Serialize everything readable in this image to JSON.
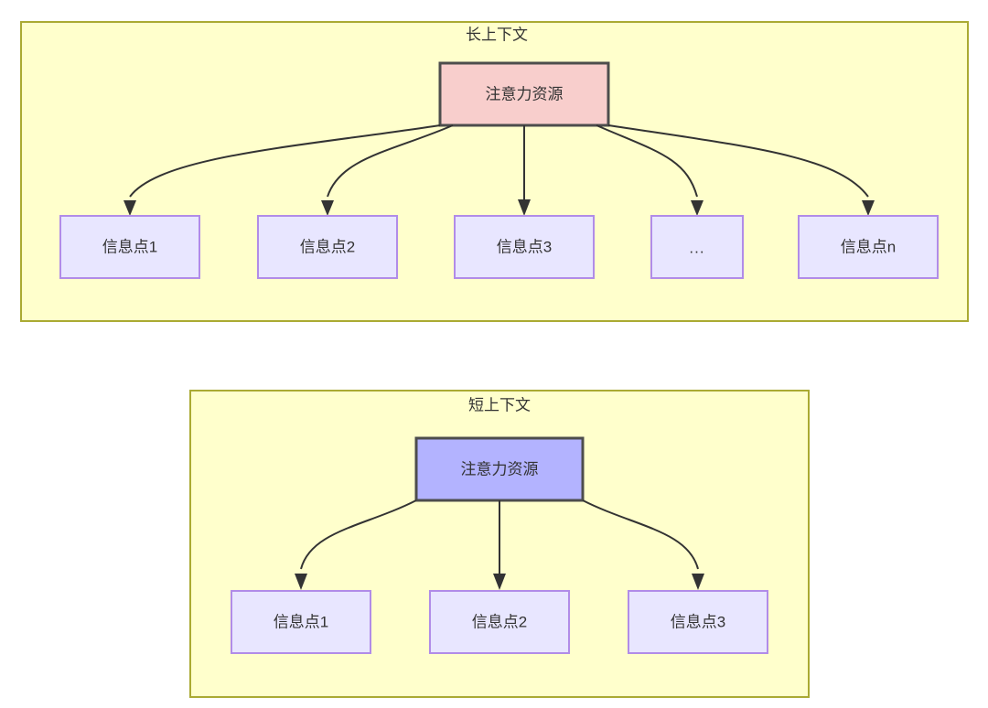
{
  "diagram": {
    "type": "tree-comparison",
    "background_color": "#ffffff",
    "panel_fill": "#ffffcc",
    "panel_border": "#aaaa33",
    "edge_color": "#333333",
    "text_color": "#333333",
    "panels": [
      {
        "id": "long-context",
        "title": "长上下文",
        "root": {
          "label": "注意力资源",
          "fill": "#f8cecc",
          "border": "#4d4d4d"
        },
        "children": [
          {
            "label": "信息点1",
            "fill": "#e8e6ff",
            "border": "#b18ce8"
          },
          {
            "label": "信息点2",
            "fill": "#e8e6ff",
            "border": "#b18ce8"
          },
          {
            "label": "信息点3",
            "fill": "#e8e6ff",
            "border": "#b18ce8"
          },
          {
            "label": "...",
            "fill": "#e8e6ff",
            "border": "#b18ce8"
          },
          {
            "label": "信息点n",
            "fill": "#e8e6ff",
            "border": "#b18ce8"
          }
        ]
      },
      {
        "id": "short-context",
        "title": "短上下文",
        "root": {
          "label": "注意力资源",
          "fill": "#b3b3ff",
          "border": "#4d4d4d"
        },
        "children": [
          {
            "label": "信息点1",
            "fill": "#e8e6ff",
            "border": "#b18ce8"
          },
          {
            "label": "信息点2",
            "fill": "#e8e6ff",
            "border": "#b18ce8"
          },
          {
            "label": "信息点3",
            "fill": "#e8e6ff",
            "border": "#b18ce8"
          }
        ]
      }
    ]
  }
}
